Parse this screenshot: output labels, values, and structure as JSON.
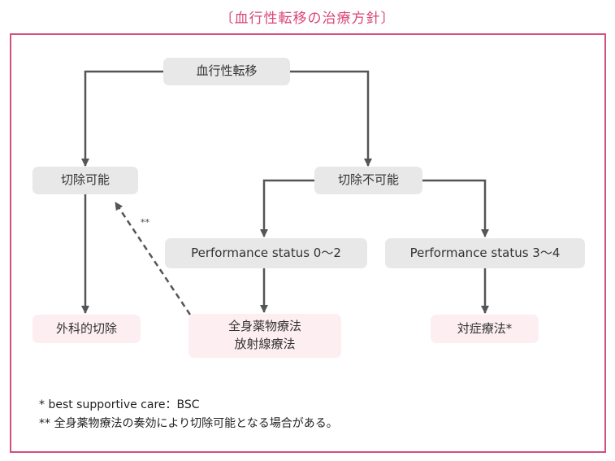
{
  "title": "〔血行性転移の治療方針〕",
  "nodes": {
    "root": "血行性転移",
    "resectable": "切除可能",
    "unresectable": "切除不可能",
    "ps_low": "Performance status 0〜2",
    "ps_high": "Performance status 3〜4",
    "surgery": "外科的切除",
    "chemo_line1": "全身薬物療法",
    "chemo_line2": "放射線療法",
    "bsc": "対症療法*"
  },
  "dashed_arrow_mark": "**",
  "notes": [
    "* best supportive care：BSC",
    "** 全身薬物療法の奏効により切除可能となる場合がある。"
  ],
  "colors": {
    "accent": "#d24f7e",
    "box_gray": "#e8e8e8",
    "box_pink": "#fdeef1",
    "arrow": "#555555"
  }
}
